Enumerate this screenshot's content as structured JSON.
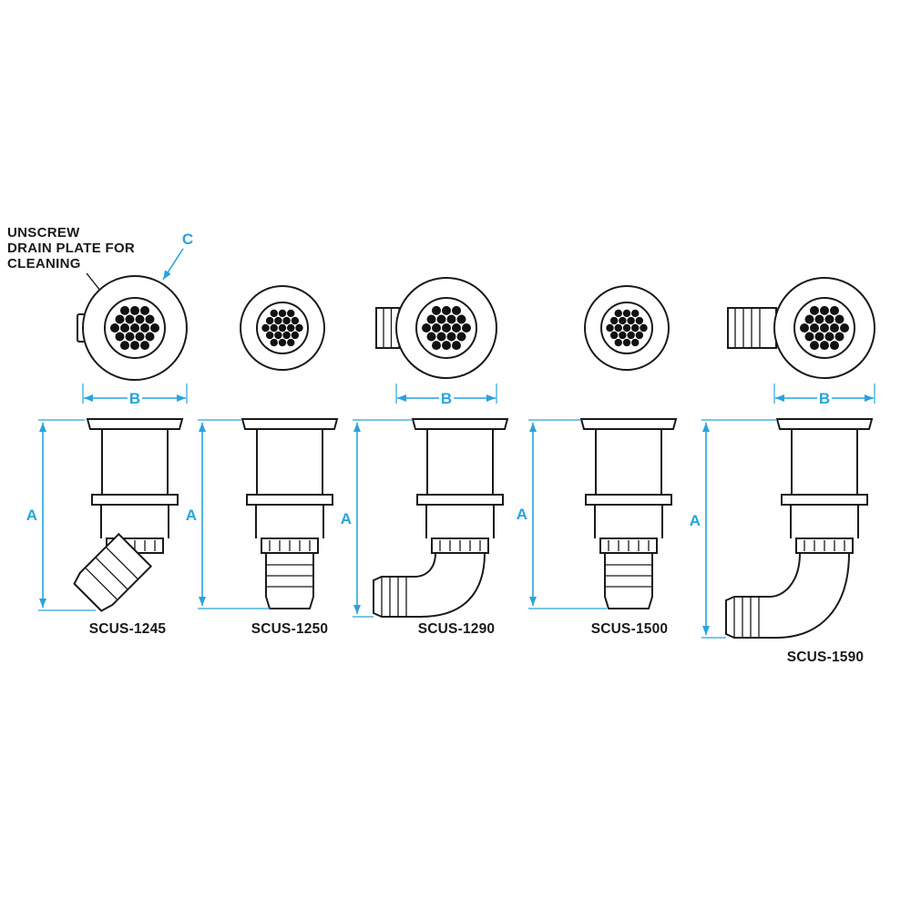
{
  "diagram": {
    "annotation": {
      "text_lines": [
        "UNSCREW",
        "DRAIN PLATE FOR",
        "CLEANING"
      ]
    },
    "dimension_labels": {
      "a": "A",
      "b": "B",
      "c": "C"
    },
    "parts": [
      {
        "label": "SCUS-1245",
        "outlet_style": "45-degree hose barb"
      },
      {
        "label": "SCUS-1250",
        "outlet_style": "straight hose barb"
      },
      {
        "label": "SCUS-1290",
        "outlet_style": "90-degree hose barb"
      },
      {
        "label": "SCUS-1500",
        "outlet_style": "straight hose barb"
      },
      {
        "label": "SCUS-1590",
        "outlet_style": "90-degree long-sweep hose barb"
      }
    ],
    "colors": {
      "line": "#1a1a1a",
      "dimension": "#29a3dc",
      "background": "#ffffff"
    }
  }
}
